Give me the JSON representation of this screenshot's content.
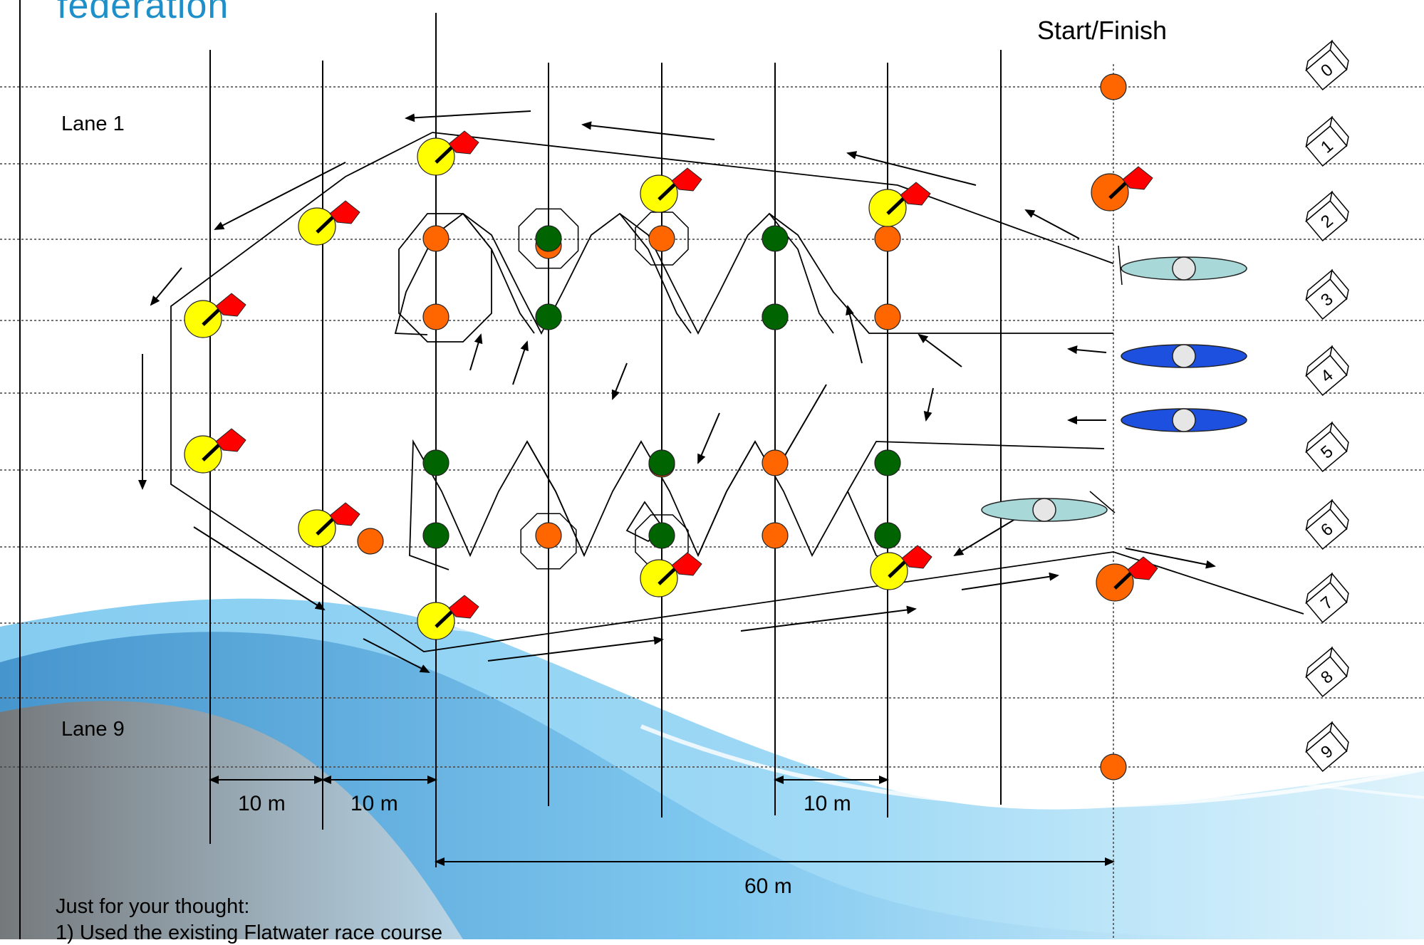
{
  "logo_text": "federation",
  "start_finish_label": "Start/Finish",
  "lane_labels": [
    "Lane 1",
    "Lane 9"
  ],
  "lane_numbers": [
    "0",
    "1",
    "2",
    "3",
    "4",
    "5",
    "6",
    "7",
    "8",
    "9"
  ],
  "distance_labels": [
    "10 m",
    "10 m",
    "10 m",
    "60 m"
  ],
  "notes_heading": "Just for your thought:",
  "notes": [
    "1)      Used the existing Flatwater race course"
  ],
  "colors": {
    "buoy_orange": "#ff6600",
    "buoy_green": "#006400",
    "buoy_yellow": "#ffff00",
    "flag_red": "#ff0000",
    "boat_light": "#a8d8d8",
    "boat_dark": "#1e50e0",
    "wave_blue": "#5ab4e6"
  },
  "icons": [
    "flag-icon",
    "lane-number-cube-icon",
    "kayak-icon",
    "buoy-icon",
    "arrow-icon"
  ]
}
